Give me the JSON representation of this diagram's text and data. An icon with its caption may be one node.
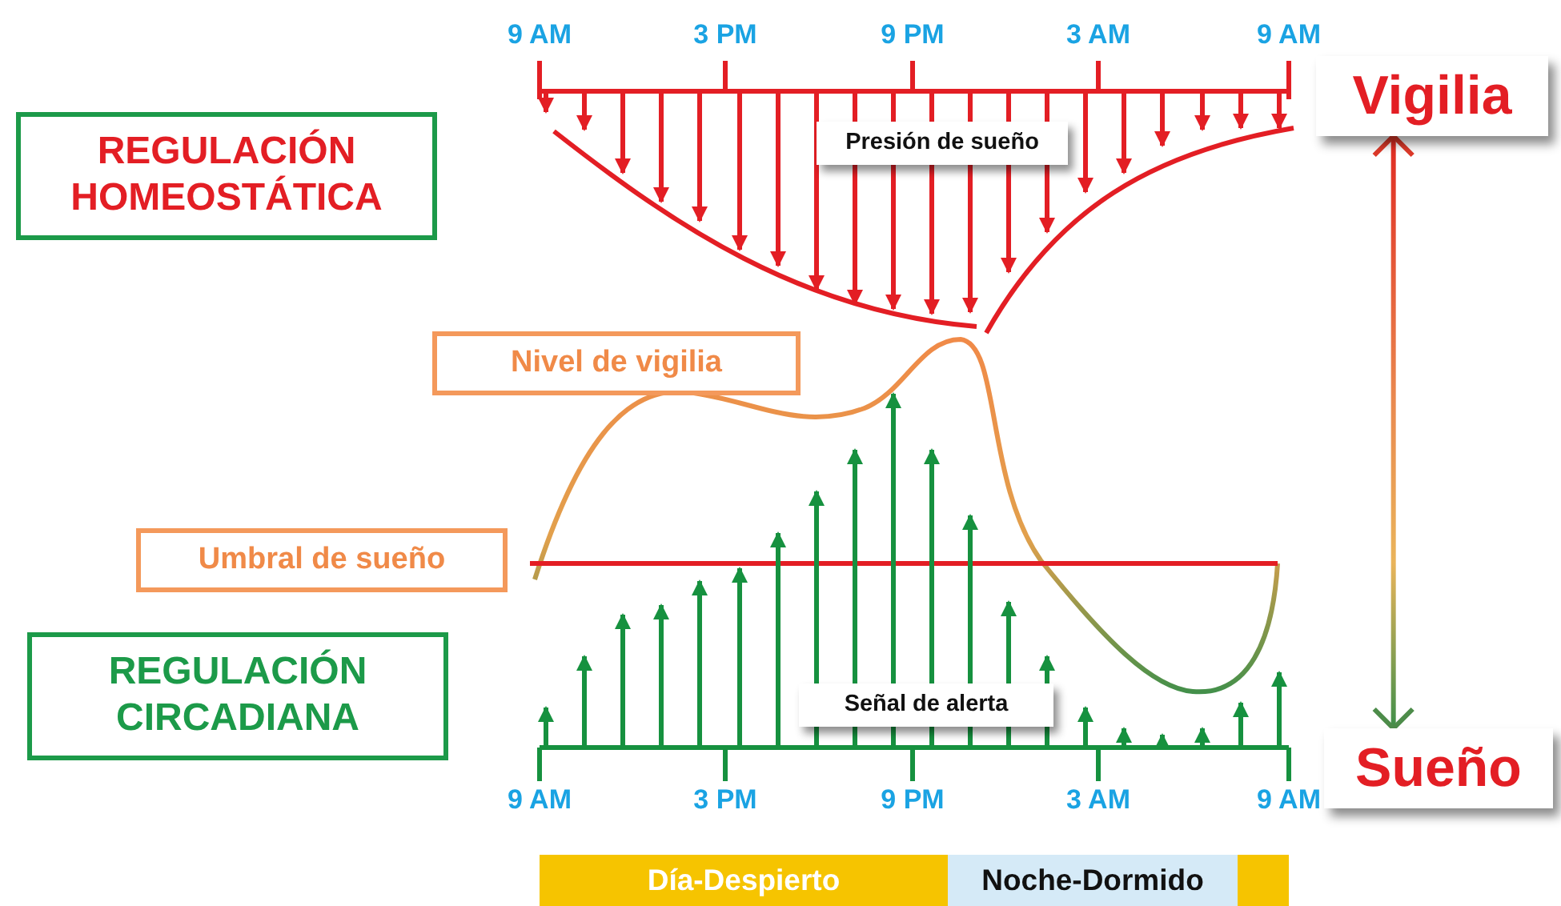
{
  "diagram": {
    "nodes": [
      {
        "text": [
          "REGULACIÓN HOMEOSTÁTICA"
        ]
      },
      {
        "text": [
          "Presión de sueño"
        ]
      },
      {
        "text": [
          "Vigilia"
        ]
      },
      {
        "text": [
          "Nivel de vigilia"
        ]
      },
      {
        "text": [
          "Umbral de sueño"
        ]
      },
      {
        "text": [
          "REGULACIÓN CIRCADIANA"
        ]
      },
      {
        "text": [
          "Señal de alerta"
        ]
      },
      {
        "text": [
          "Sueño"
        ]
      },
      {
        "text": [
          "Día-Despierto"
        ]
      },
      {
        "text": [
          "Noche-Dormido"
        ]
      },
      {
        "text": [],
        "shape": "bar"
      }
    ],
    "edges": [
      {
        "from": 2,
        "to": 7,
        "arrow": "both"
      }
    ],
    "labels": [
      "9 AM",
      "3 PM",
      "9 PM",
      "3 AM",
      "9 AM",
      "9 AM",
      "3 PM",
      "9 PM",
      "3 AM",
      "9 AM"
    ]
  }
}
